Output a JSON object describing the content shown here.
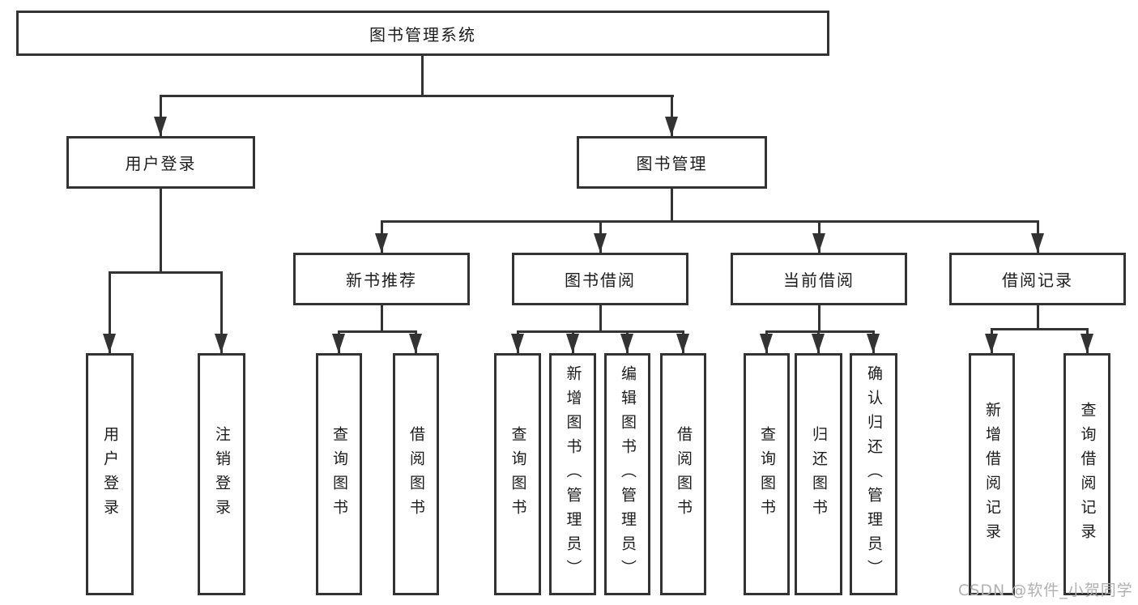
{
  "colors": {
    "line": "#333333",
    "text": "#1c1c1c",
    "background": "#ffffff",
    "watermark": "#b0b0b0"
  },
  "watermark": "CSDN @软件_小贺同学",
  "tree": {
    "root": "图书管理系统",
    "branches": [
      {
        "label": "用户登录",
        "children": [
          "用户登录",
          "注销登录"
        ]
      },
      {
        "label": "图书管理",
        "children": [
          {
            "label": "新书推荐",
            "children": [
              "查询图书",
              "借阅图书"
            ]
          },
          {
            "label": "图书借阅",
            "children": [
              "查询图书",
              "新增图书（管理员）",
              "编辑图书（管理员）",
              "借阅图书"
            ]
          },
          {
            "label": "当前借阅",
            "children": [
              "查询图书",
              "归还图书",
              "确认归还（管理员）"
            ]
          },
          {
            "label": "借阅记录",
            "children": [
              "新增借阅记录",
              "查询借阅记录"
            ]
          }
        ]
      }
    ]
  }
}
